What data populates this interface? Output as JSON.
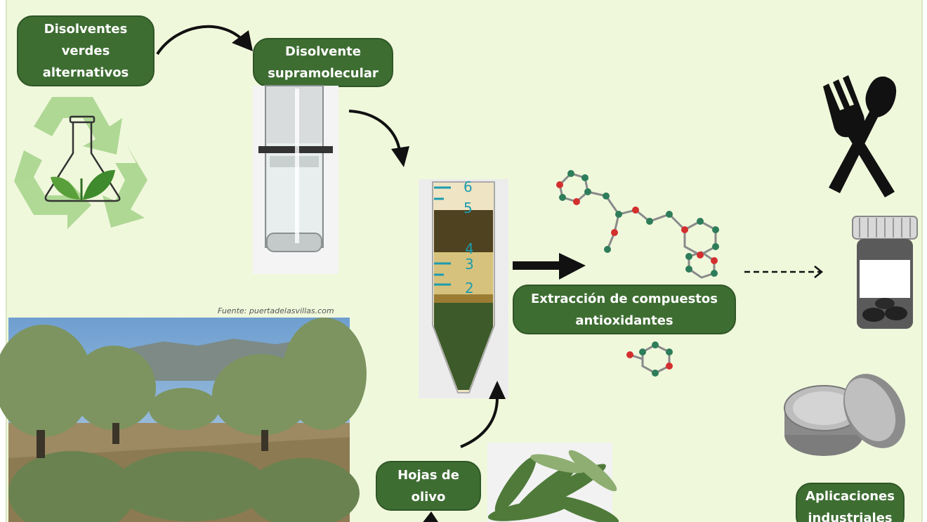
{
  "labels": {
    "green_solvents": [
      "Disolventes",
      "verdes",
      "alternativos"
    ],
    "supramolecular": [
      "Disolvente",
      "supramolecular"
    ],
    "extraction": [
      "Extracción de compuestos",
      "antioxidantes"
    ],
    "olive_leaves": [
      "Hojas de",
      "olivo"
    ],
    "applications": [
      "Aplicaciones",
      "industriales"
    ]
  },
  "photo_credit": "Fuente: puertadelasvillas.com",
  "tube_scale": [
    "6",
    "5",
    "4",
    "3",
    "2"
  ],
  "icons": [
    "recycle-flask-icon",
    "cutlery-icon",
    "pill-bottle-icon",
    "cosmetic-jar-icon",
    "molecule-icon"
  ],
  "colors": {
    "panel_bg": "#f0f8dc",
    "pill_bg": "#3e6d32",
    "recycle_green": "#a8d58e",
    "leaf_green": "#5aa03a"
  }
}
